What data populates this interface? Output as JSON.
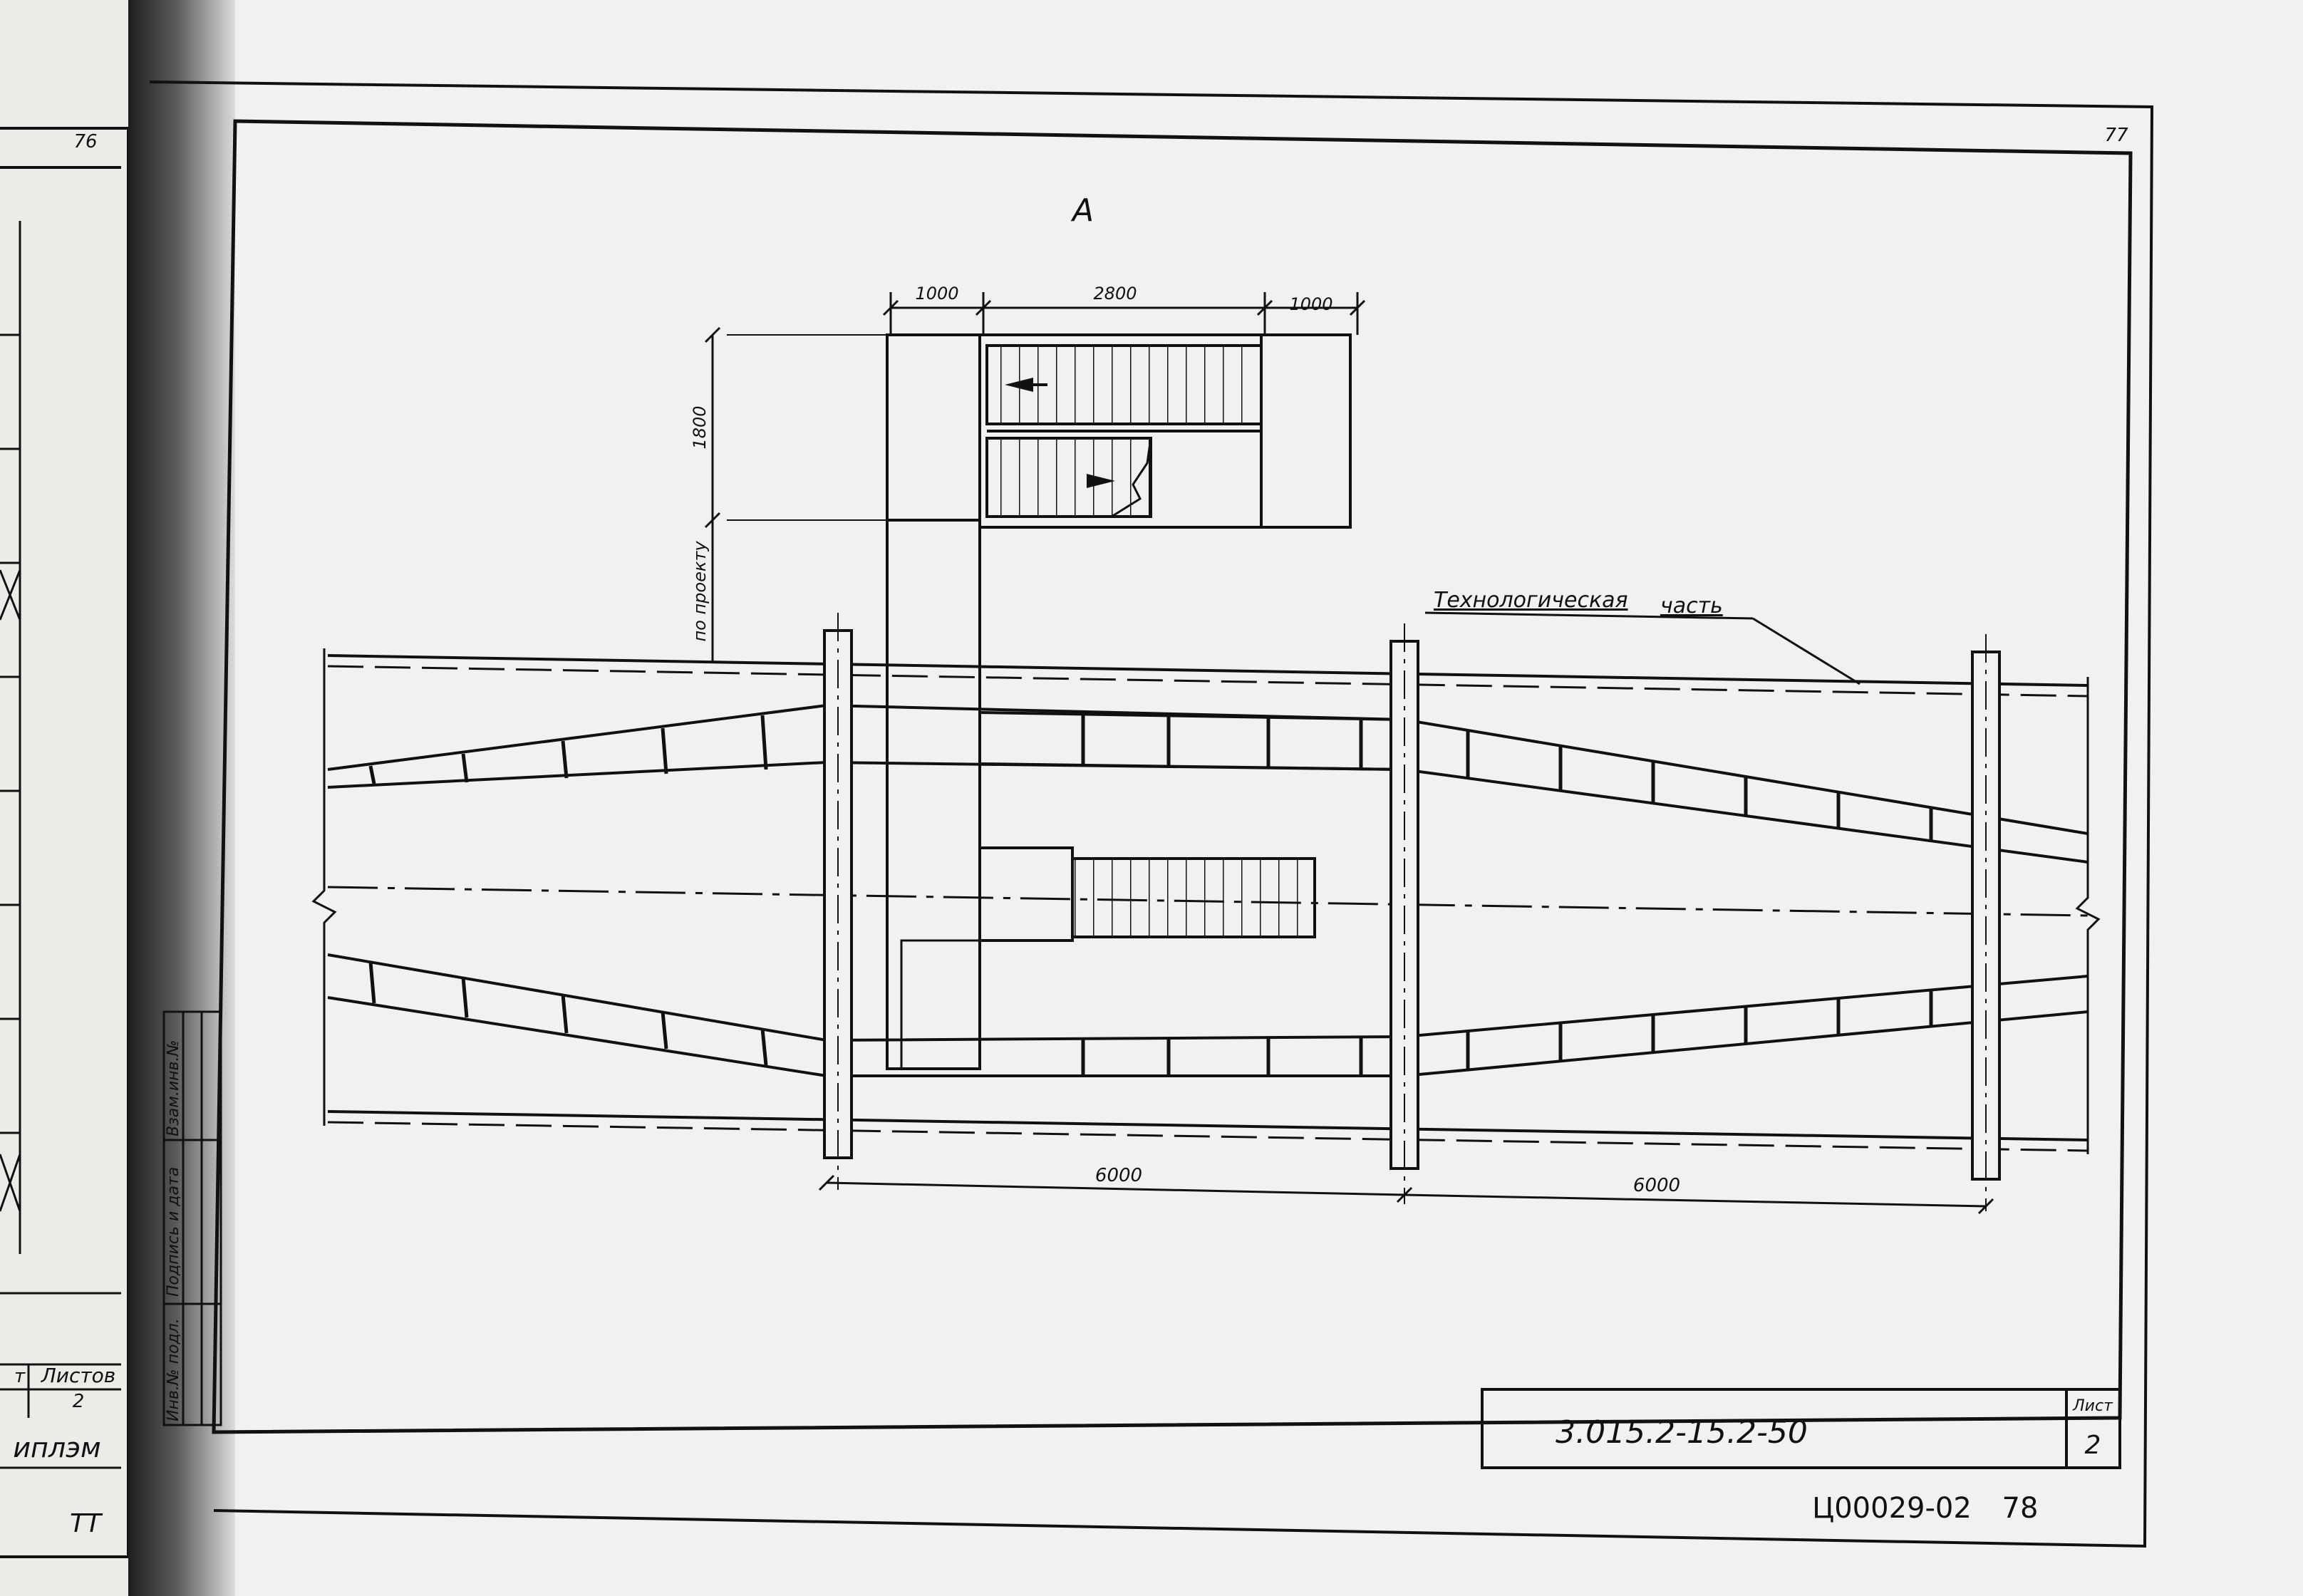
{
  "left_page": {
    "sheet_number": "76",
    "sheets_label": "Листов",
    "sheets_value": "2",
    "org_name_fragment": "иплэм",
    "bottom_code_fragment": "ТТ",
    "left_cell_fragment": "т"
  },
  "drawing": {
    "sheet_number_corner": "77",
    "view_title": "А",
    "dimensions": {
      "left_offset": "1000",
      "stair_width": "2800",
      "right_offset": "1000",
      "landing_depth": "1800",
      "elevation_note": "по проекту",
      "span_left": "6000",
      "span_right": "6000"
    },
    "callout": {
      "word1": "Технологическая",
      "word2": "часть"
    },
    "vertical_stamp": {
      "col1": "Инв.№ подл.",
      "col2": "Подпись и дата",
      "col3": "Взам.инв.№"
    }
  },
  "title_block": {
    "document_code": "3.015.2-15.2-50",
    "sheet_label": "Лист",
    "sheet_value": "2"
  },
  "footer": {
    "archive_code": "Ц00029-02",
    "page_number": "78"
  },
  "colors": {
    "paper": "#f1f1ef",
    "ink": "#111111",
    "binding_shadow": "#2b2b2b"
  }
}
